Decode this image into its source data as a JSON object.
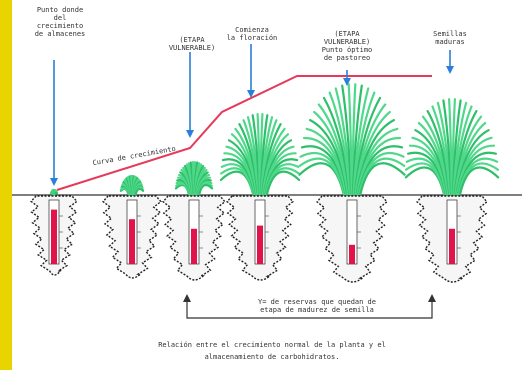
{
  "colors": {
    "accent_bar": "#e8d400",
    "grass": "#3fcf7a",
    "curve": "#e63a5a",
    "arrow": "#2a7fd8",
    "thermometer": "#e0144a",
    "soil": "#222222"
  },
  "labels": {
    "l1": "Punto donde\ndel crecimiento\nde almacenes",
    "l2": "(ETAPA\nVULNERABLE)",
    "l3": "Comienza\nla floración",
    "l4": "(ETAPA\nVULNERABLE)\nPunto óptimo\nde pastoreo",
    "l5": "Semillas\nmaduras"
  },
  "curve_label": "Curva de crecimiento",
  "bottom_label": "Y= de reservas que quedan de\netapa de madurez de semilla",
  "caption": {
    "line1": "Relación entre el crecimiento normal de la planta y el",
    "line2": "almacenamiento de carbohidratos."
  }
}
